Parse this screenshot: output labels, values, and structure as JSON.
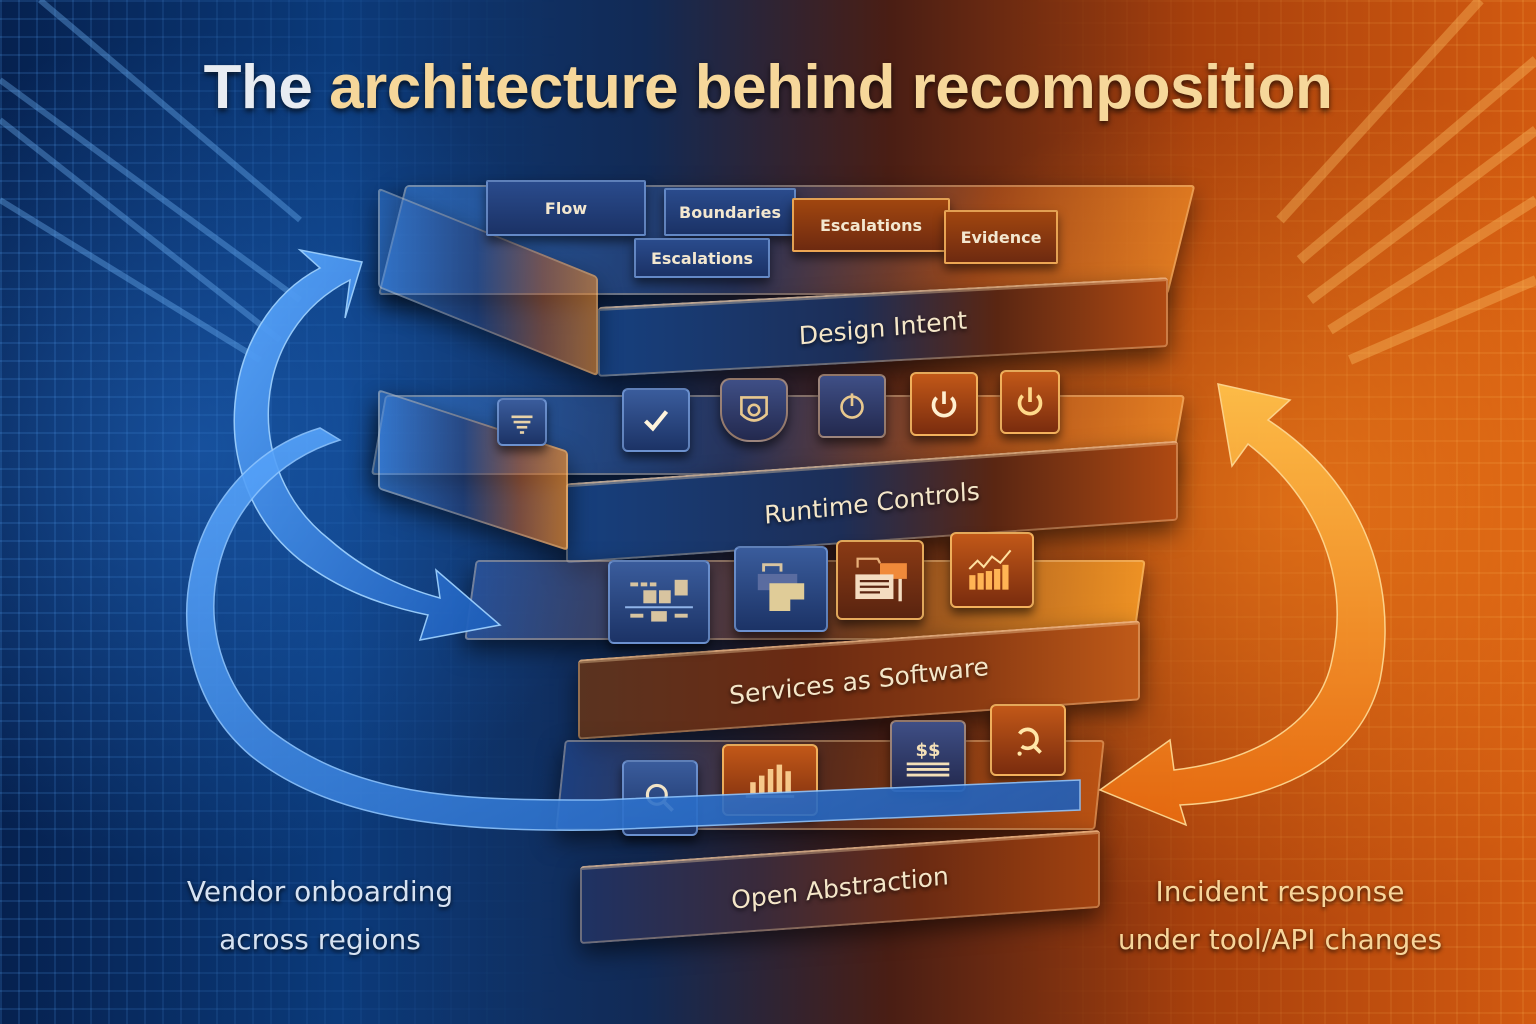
{
  "title": {
    "first_word": "The",
    "rest": "architecture behind recomposition"
  },
  "top_cards": [
    {
      "label": "Flow",
      "tone": "blue"
    },
    {
      "label": "Boundaries",
      "tone": "blue"
    },
    {
      "label": "Escalations",
      "tone": "blue"
    },
    {
      "label": "Escalations",
      "tone": "orange"
    },
    {
      "label": "Evidence",
      "tone": "orange"
    }
  ],
  "layers": [
    {
      "label": "Design Intent"
    },
    {
      "label": "Runtime Controls"
    },
    {
      "label": "Services as Software"
    },
    {
      "label": "Open Abstraction"
    }
  ],
  "layer_icons": {
    "runtime_controls": [
      "heart-panel-icon",
      "checklist-icon",
      "shield-icon",
      "power-icon",
      "power-icon",
      "power-icon"
    ],
    "services_as_software": [
      "dashboard-icon",
      "folder-icon",
      "form-folder-icon",
      "growth-chart-icon"
    ],
    "open_abstraction": [
      "search-icon",
      "bar-chart-icon",
      "billing-icon",
      "refresh-search-icon"
    ]
  },
  "captions": {
    "left": [
      "Vendor onboarding",
      "across regions"
    ],
    "right": [
      "Incident response",
      "under tool/API changes"
    ]
  },
  "colors": {
    "blue_side": "#0b3a7a",
    "orange_side": "#d25a10",
    "title_text": "#f6d79a",
    "label_text": "#f4e6c8",
    "blue_arrow": "#2f7bd6",
    "orange_arrow": "#f59a20"
  }
}
